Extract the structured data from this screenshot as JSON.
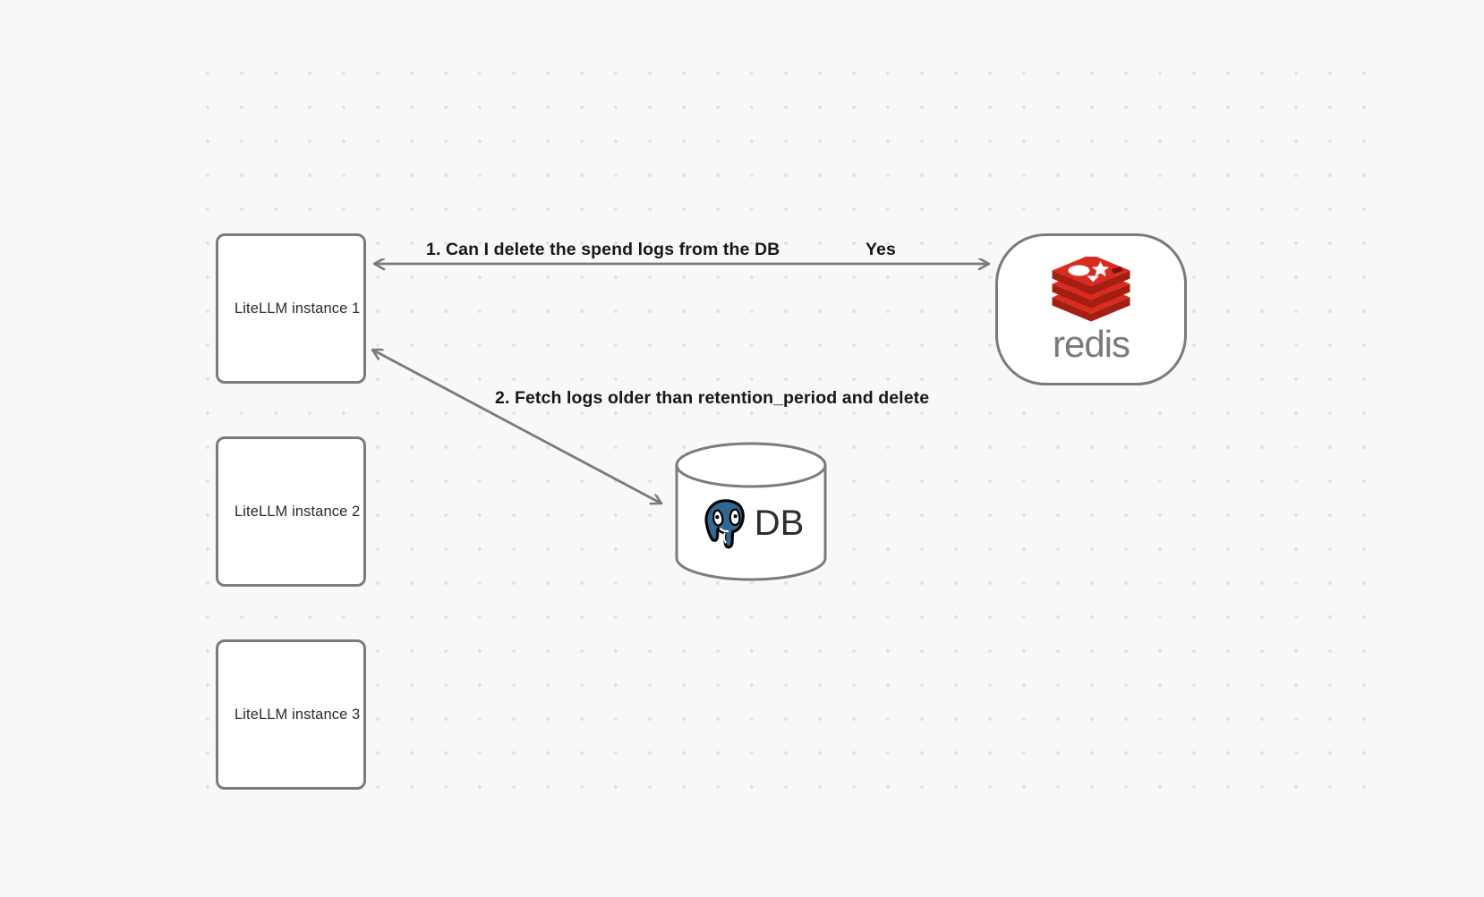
{
  "canvas": {
    "background_color": "#f8f8f8",
    "grid": "dot-grid"
  },
  "nodes": [
    {
      "id": "instance-1",
      "label": "LiteLLM instance 1",
      "shape": "rounded-rect"
    },
    {
      "id": "instance-2",
      "label": "LiteLLM instance 2",
      "shape": "rounded-rect"
    },
    {
      "id": "instance-3",
      "label": "LiteLLM instance 3",
      "shape": "rounded-rect"
    },
    {
      "id": "redis",
      "label": "redis",
      "shape": "stadium",
      "logo": "redis-logo"
    },
    {
      "id": "db",
      "label": "DB",
      "shape": "cylinder",
      "logo": "postgresql-elephant-logo"
    }
  ],
  "edges": [
    {
      "id": "edge-1",
      "from": "instance-1",
      "to": "redis",
      "label": "1.  Can I delete the spend logs from the DB",
      "reply_label": "Yes",
      "direction": "bidirectional"
    },
    {
      "id": "edge-2",
      "from": "instance-1",
      "to": "db",
      "label": "2.  Fetch logs older than retention_period and delete",
      "direction": "bidirectional"
    }
  ],
  "colors": {
    "node_stroke": "#7b7b7b",
    "node_fill": "#ffffff",
    "edge_stroke": "#7b7b7b",
    "label_text": "#17171a",
    "node_text": "#2b2b2b",
    "redis_red": "#d82c20",
    "redis_red_dark": "#a41e11",
    "postgres_blue": "#336791",
    "dot_color": "#e2e2e2"
  }
}
